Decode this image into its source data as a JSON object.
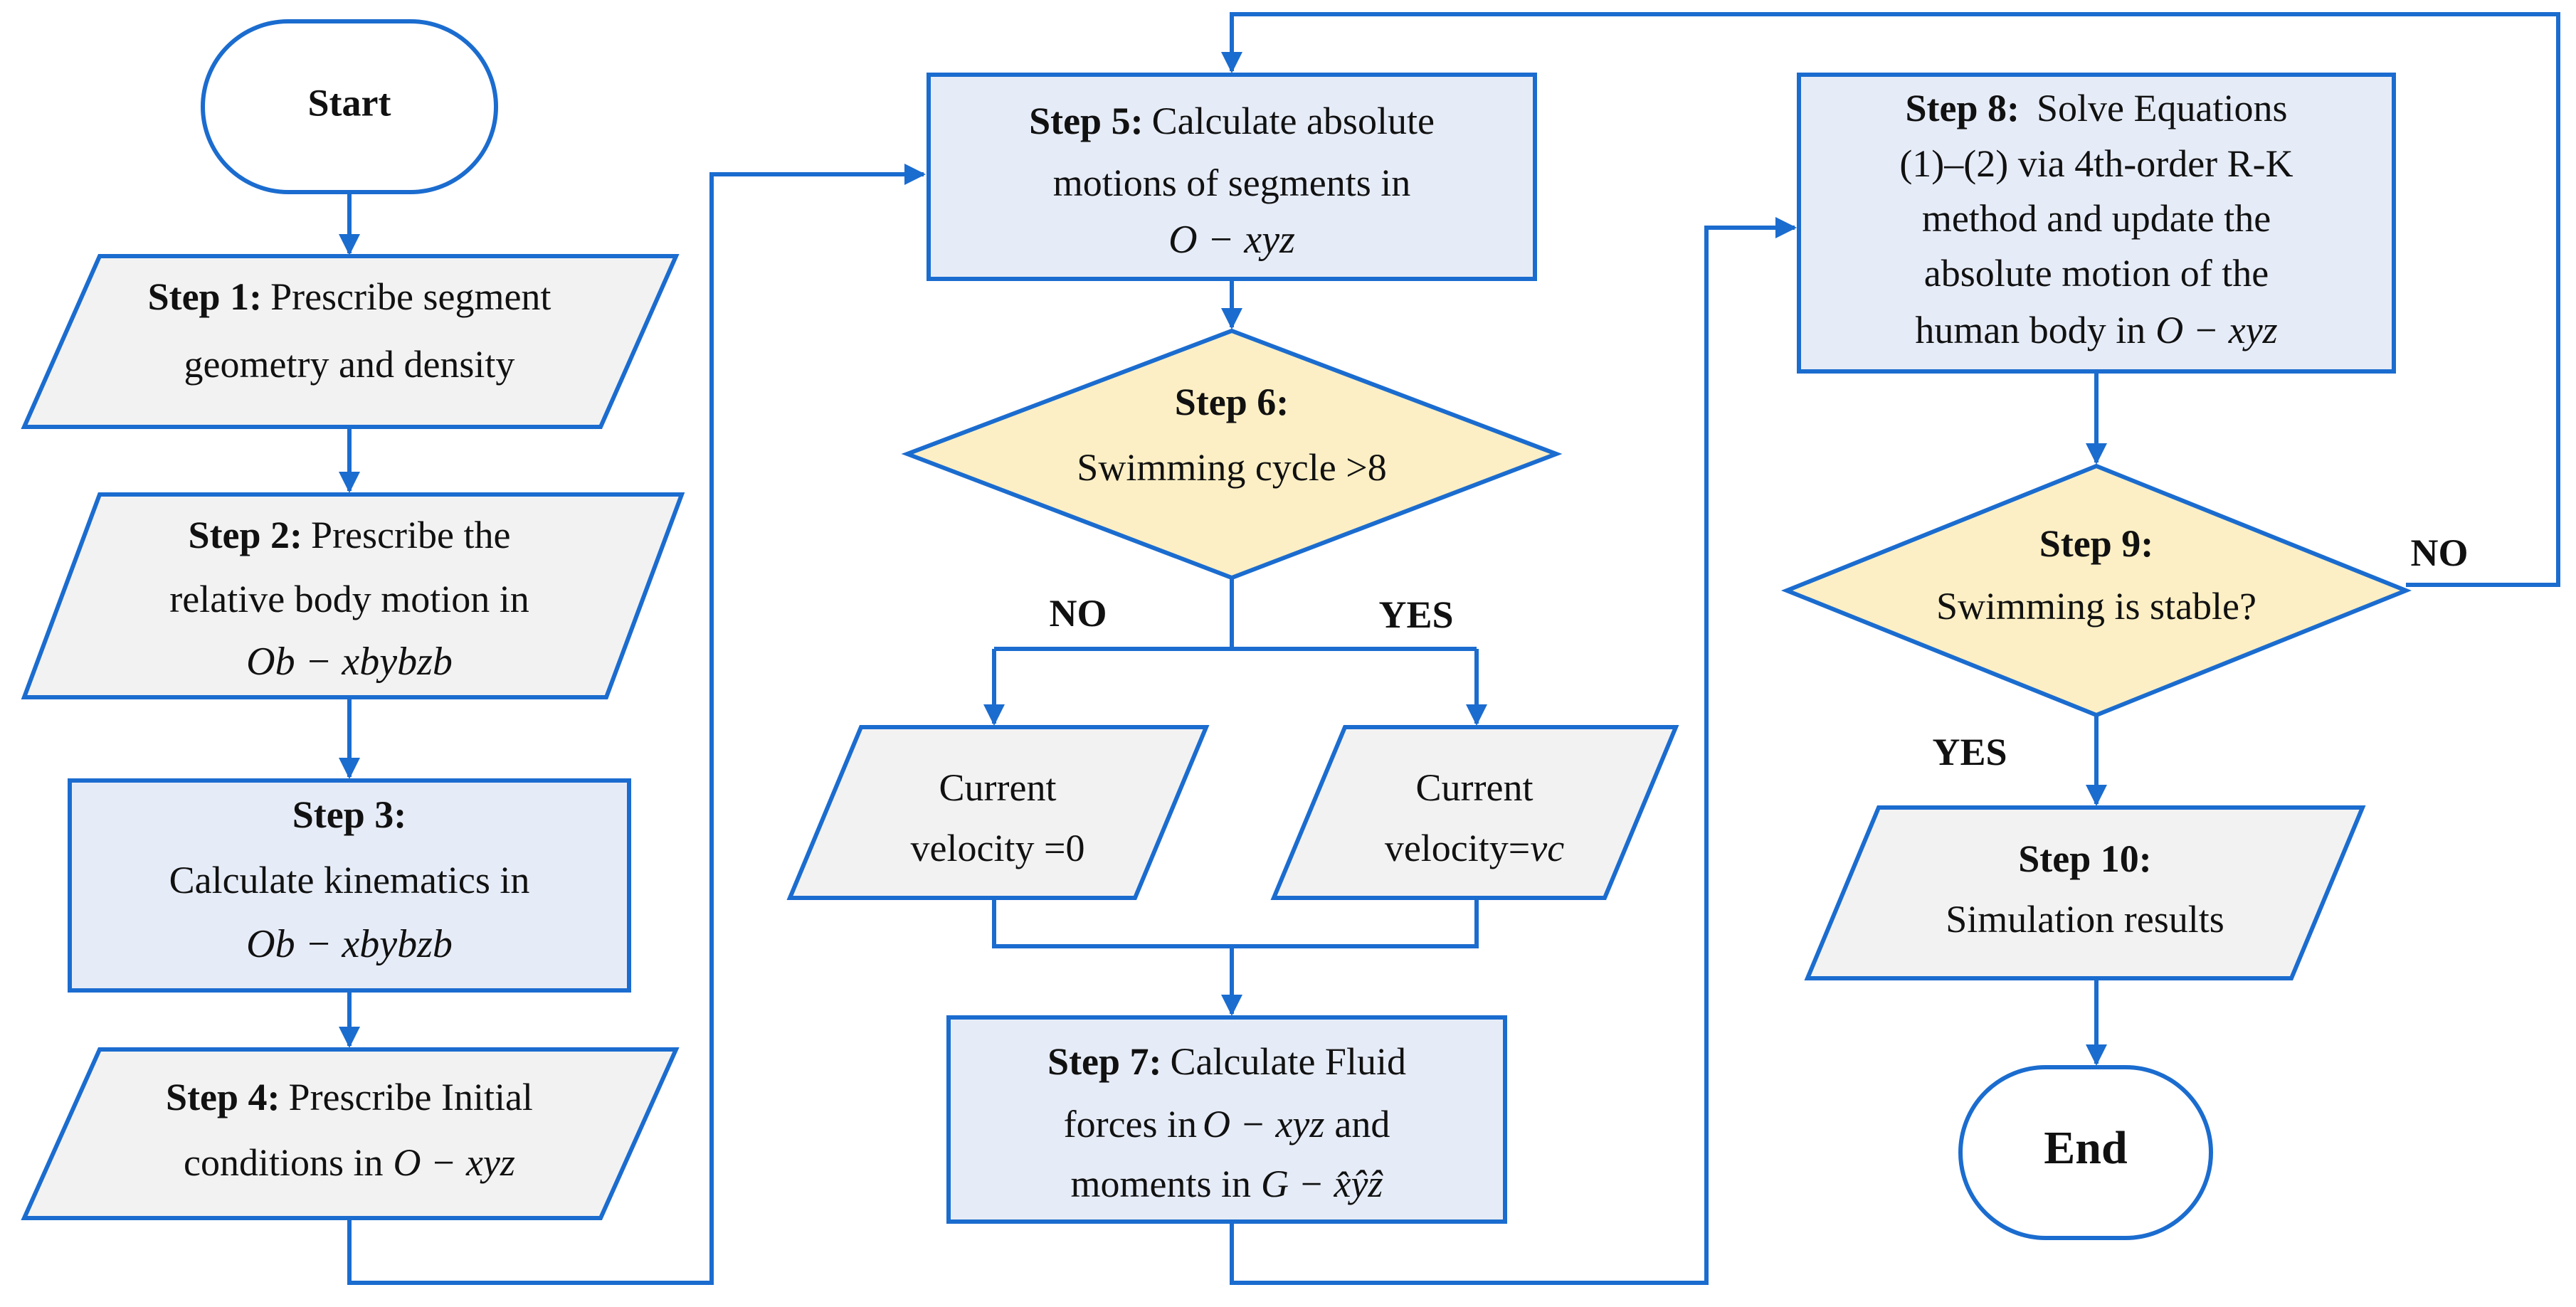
{
  "colors": {
    "stroke": "#1b6ccf",
    "fill_blue": "#e6ecf7",
    "fill_gray": "#f2f2f2",
    "fill_yellow": "#fcefc5",
    "text": "#111111"
  },
  "start": "Start",
  "end": "End",
  "step1": {
    "title": "Step 1:",
    "line1": "Prescribe segment",
    "line2": "geometry and density"
  },
  "step2": {
    "title": "Step 2:",
    "line1": "Prescribe the",
    "line2": "relative body motion in",
    "math": "Ob − xbybzb"
  },
  "step3": {
    "title": "Step 3:",
    "line1": "Calculate kinematics in",
    "math": "Ob − xbybzb"
  },
  "step4": {
    "title": "Step 4:",
    "line1": "Prescribe  Initial",
    "line2": "conditions in",
    "math": "O − xyz"
  },
  "step5": {
    "title": "Step 5:",
    "line1": "Calculate absolute",
    "line2": "motions of segments in",
    "math": "O − xyz"
  },
  "step6": {
    "title": "Step 6:",
    "line1": "Swimming cycle >8"
  },
  "branch_no": "NO",
  "branch_yes": "YES",
  "current_zero": {
    "line1": "Current",
    "line2": "velocity =0"
  },
  "current_vc": {
    "line1": "Current",
    "line2": "velocity=",
    "math": "vc"
  },
  "step7": {
    "title": "Step 7:",
    "line1": "Calculate Fluid",
    "line2": "forces in",
    "math1": "O − xyz",
    "and": "and",
    "line3": "moments in",
    "math2": "G − x̂ŷẑ"
  },
  "step8": {
    "title": "Step 8:",
    "line1": "Solve Equations",
    "line2": "(1)–(2) via 4th-order R-K",
    "line3": "method and update the",
    "line4": "absolute motion of the",
    "line5": "human body  in",
    "math": "O − xyz"
  },
  "step9": {
    "title": "Step 9:",
    "line1": "Swimming is stable?"
  },
  "step9_no": "NO",
  "step9_yes": "YES",
  "step10": {
    "title": "Step 10:",
    "line1": "Simulation results"
  }
}
